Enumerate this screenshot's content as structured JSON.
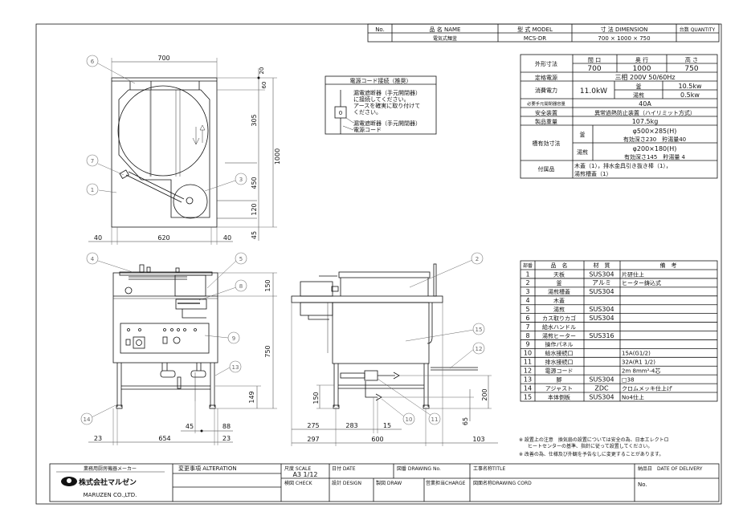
{
  "header": {
    "cols": {
      "no": "No.",
      "name": "品 名 NAME",
      "model": "型 式 MODEL",
      "dimension": "寸 法 DIMENSION",
      "quantity": "台数 QUANTITY"
    },
    "values": {
      "no": "",
      "name": "電気式麺釜",
      "model": "MCS-DR",
      "dimension": "700 × 1000 × 750",
      "quantity": ""
    }
  },
  "spec": {
    "outer_label": "外形寸法",
    "outer_heads": [
      "間 口",
      "奥 行",
      "高 さ"
    ],
    "outer_values": [
      "700",
      "1000",
      "750"
    ],
    "power_label": "定格電源",
    "power_value": "三相 200V 50/60Hz",
    "consumption_label": "消費電力",
    "consumption_total": "11.0kW",
    "consumption_rows": [
      {
        "part": "釜",
        "value": "10.5kw"
      },
      {
        "part": "湯煎",
        "value": "0.5kw"
      }
    ],
    "breaker_label": "必要手元開閉器容量",
    "breaker_value": "40A",
    "safety_label": "安全装置",
    "safety_value": "異常過熱防止装置（ハイリミット方式）",
    "weight_label": "製品重量",
    "weight_value": "107.5kg",
    "tank_label": "槽有効寸法",
    "tank_rows": [
      {
        "part": "釜",
        "line1": "φ500×285(H)",
        "line2": "有効深さ230　貯湯量40"
      },
      {
        "part": "湯煎",
        "line1": "φ200×180(H)",
        "line2": "有効深さ145　貯湯量 4"
      }
    ],
    "accessory_label": "付属品",
    "accessory_lines": [
      "木蓋（1），排水金具引き抜き棒（1），",
      "湯煎槽蓋（1）"
    ]
  },
  "cord_box": {
    "title": "電源コード接続（推奨）",
    "lines": [
      "漏電遮断器（手元開閉器）",
      "に接続してください。",
      "アースを確実に取り付けて",
      "ください。"
    ],
    "label_breaker": "漏電遮断器（手元開閉器）",
    "label_cord": "電源コード",
    "symbol": "0"
  },
  "parts": {
    "headers": [
      "部番",
      "品　名",
      "材　質",
      "備　考"
    ],
    "rows": [
      [
        "1",
        "天板",
        "SUS304",
        "片研仕上"
      ],
      [
        "2",
        "釜",
        "アルミ",
        "ヒーター鋳込式"
      ],
      [
        "3",
        "湯煎槽蓋",
        "SUS304",
        ""
      ],
      [
        "4",
        "木蓋",
        "",
        ""
      ],
      [
        "5",
        "湯煎",
        "SUS304",
        ""
      ],
      [
        "6",
        "カス取りカゴ",
        "SUS304",
        ""
      ],
      [
        "7",
        "給水ハンドル",
        "",
        ""
      ],
      [
        "8",
        "湯煎ヒーター",
        "SUS316",
        ""
      ],
      [
        "9",
        "操作パネル",
        "",
        ""
      ],
      [
        "10",
        "給水接続口",
        "",
        "15A(G1/2)"
      ],
      [
        "11",
        "排水接続口",
        "",
        "32A(R1 1/2)"
      ],
      [
        "12",
        "電源コード",
        "",
        "2m 8mm²-4芯"
      ],
      [
        "13",
        "脚",
        "SUS304",
        "□38"
      ],
      [
        "14",
        "アジャスト",
        "ZDC",
        "クロムメッキ仕上げ"
      ],
      [
        "15",
        "本体側板",
        "SUS304",
        "No4仕上"
      ]
    ]
  },
  "notes": [
    "※ 設置上の注意　換気扇の設置については安全の為、日本エレクトロ",
    "ヒートセンターの基準、指針に従って設置してください。",
    "※ 改善の為、仕様及び外観を予告なしに変更することがあります。"
  ],
  "footer": {
    "maker_caption": "業務用厨房機器メーカー",
    "company_jp": "株式会社マルゼン",
    "company_en": "MARUZEN CO.,LTD.",
    "alteration": "変更事項 ALTERATION",
    "scale_label": "尺度 SCALE",
    "scale_value": "A3 1/12",
    "date": "日付 DATE",
    "drawing_no": "図番 DRAWING No.",
    "title": "工事名称TITLE",
    "delivery": "納品日　DATE OF DELIVERY",
    "check": "検図 CHECK",
    "design": "設計 DESIGN",
    "draw": "製図 DRAW",
    "charge": "営業担当CHARGE",
    "drawing_cord": "図面名称DRAWING CORD",
    "no": "No."
  },
  "dims": {
    "top": {
      "width": "700",
      "d20": "20",
      "d60": "60",
      "d305": "305",
      "d1000": "1000",
      "d450": "450",
      "d120": "120",
      "d45": "45",
      "l40": "40",
      "w620": "620",
      "r40": "40"
    },
    "front": {
      "h150": "150",
      "h750": "750",
      "h149": "149",
      "d45": "45",
      "d88": "88",
      "l23": "23",
      "w654": "654",
      "r23": "23"
    },
    "side": {
      "h200": "200",
      "h150": "150",
      "h65": "65",
      "d275": "275",
      "d283": "283",
      "d15": "15",
      "d297": "297",
      "d600": "600",
      "d103": "103"
    }
  },
  "callouts": {
    "c1": "1",
    "c2": "2",
    "c3": "3",
    "c4": "4",
    "c5": "5",
    "c6": "6",
    "c7": "7",
    "c8": "8",
    "c9": "9",
    "c10": "10",
    "c11": "11",
    "c12": "12",
    "c13": "13",
    "c14": "14",
    "c15": "15"
  }
}
